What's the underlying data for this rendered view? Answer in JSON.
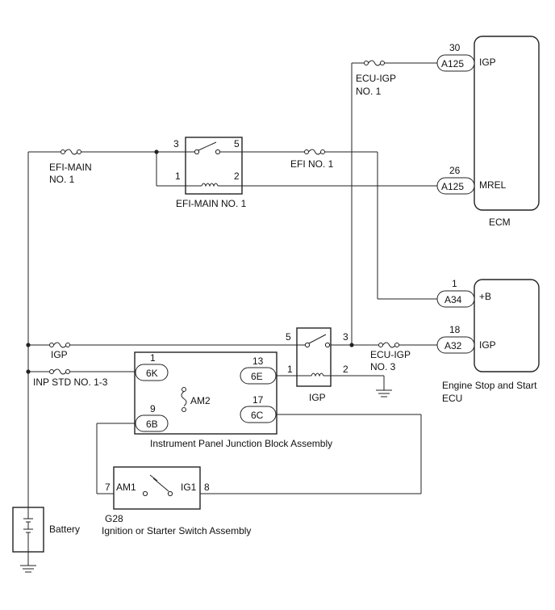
{
  "fuses": {
    "efi_main": "EFI-MAIN",
    "efi_main_no": "NO. 1",
    "efi_no1": "EFI NO. 1",
    "ecu_igp_top": "ECU-IGP",
    "ecu_igp_top_no": "NO. 1",
    "igp": "IGP",
    "inp_std": "INP STD NO. 1-3",
    "ecu_igp_no3": "ECU-IGP",
    "ecu_igp_no3_no": "NO. 3"
  },
  "efi_relay": {
    "title": "EFI-MAIN NO. 1",
    "pin3": "3",
    "pin5": "5",
    "pin1": "1",
    "pin2": "2"
  },
  "igp_relay": {
    "title": "IGP",
    "pin5": "5",
    "pin3": "3",
    "pin1": "1",
    "pin2": "2"
  },
  "ecm": {
    "title": "ECM",
    "c1_pin": "30",
    "c1_conn": "A125",
    "c1_sig": "IGP",
    "c2_pin": "26",
    "c2_conn": "A125",
    "c2_sig": "MREL"
  },
  "ess_ecu": {
    "title_line1": "Engine Stop and Start",
    "title_line2": "ECU",
    "c1_pin": "1",
    "c1_conn": "A34",
    "c1_sig": "+B",
    "c2_pin": "18",
    "c2_conn": "A32",
    "c2_sig": "IGP"
  },
  "junction_block": {
    "title": "Instrument Panel Junction Block Assembly",
    "fuse": "AM2",
    "c1_pin": "1",
    "c1_conn": "6K",
    "c2_pin": "9",
    "c2_conn": "6B",
    "c3_pin": "13",
    "c3_conn": "6E",
    "c4_pin": "17",
    "c4_conn": "6C"
  },
  "ignition": {
    "code": "G28",
    "title": "Ignition or Starter Switch Assembly",
    "am1": "AM1",
    "ig1": "IG1",
    "pin7": "7",
    "pin8": "8"
  },
  "battery": {
    "label": "Battery"
  }
}
